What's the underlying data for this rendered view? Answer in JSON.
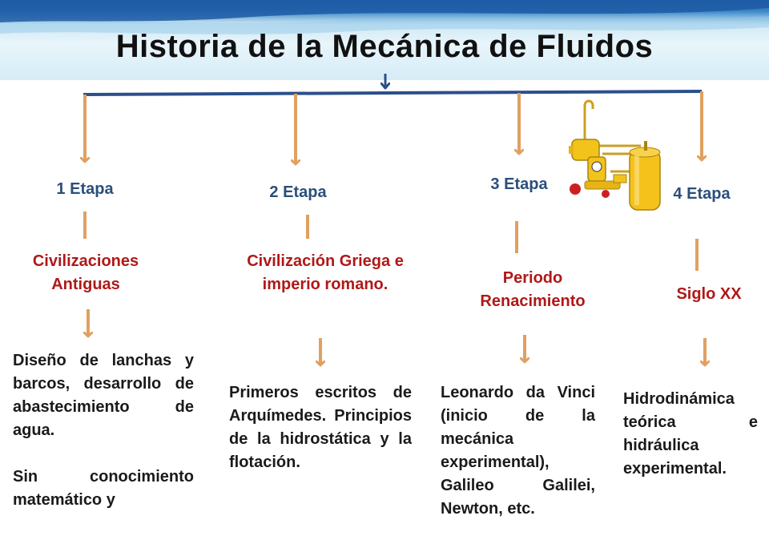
{
  "title": "Historia de la Mecánica de Fluidos",
  "colors": {
    "stage_text": "#2a4f7a",
    "era_text": "#b01818",
    "arrow": "#e0a060",
    "timeline": "#2b4f8a"
  },
  "stages": [
    {
      "label": "1 Etapa",
      "era": "Civilizaciones Antiguas",
      "description": [
        "Diseño de lanchas y barcos, desarrollo de abastecimiento de agua.",
        "Sin conocimiento matemático y"
      ]
    },
    {
      "label": "2 Etapa",
      "era": "Civilización Griega e imperio romano.",
      "description": [
        "Primeros escritos de Arquímedes. Principios de la hidrostática y la flotación."
      ]
    },
    {
      "label": "3 Etapa",
      "era": "Periodo Renacimiento",
      "description": [
        "Leonardo da Vinci (inicio de la mecánica experimental), Galileo Galilei, Newton, etc."
      ]
    },
    {
      "label": "4 Etapa",
      "era": "Siglo XX",
      "description": [
        "Hidrodinámica teórica e hidráulica experimental."
      ]
    }
  ],
  "illustration": "industrial-valve-tank-icon"
}
